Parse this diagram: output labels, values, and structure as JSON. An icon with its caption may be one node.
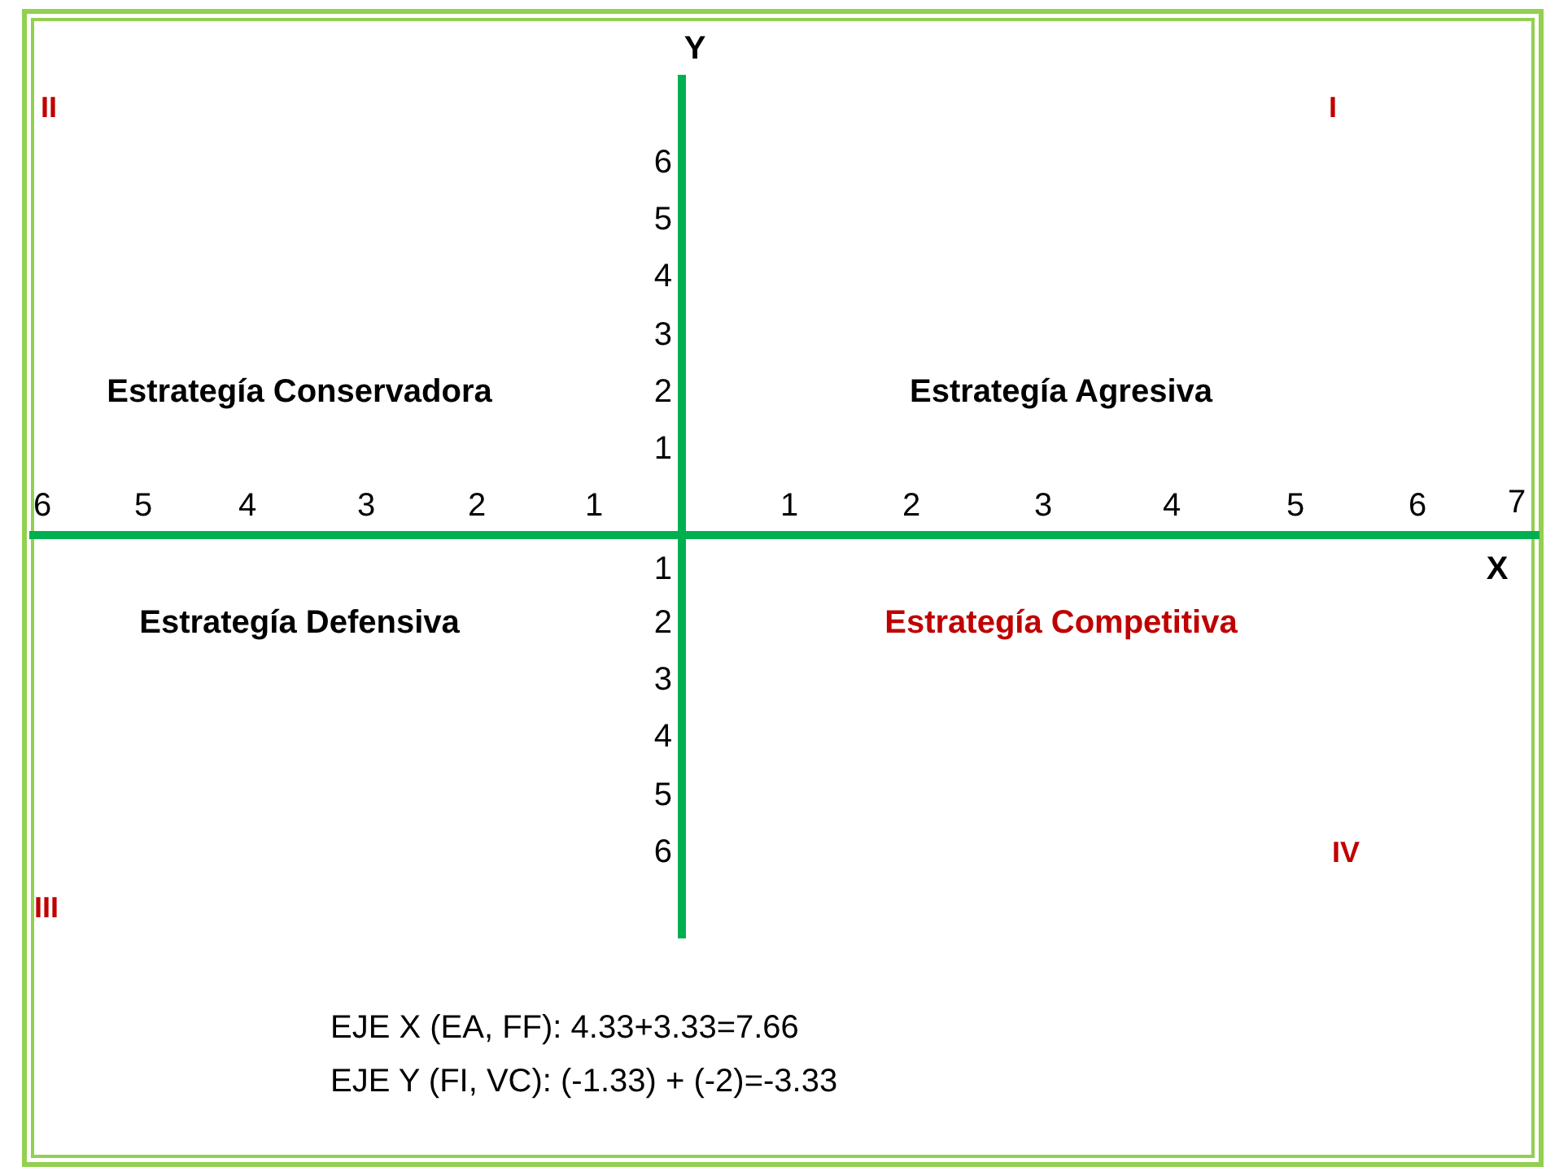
{
  "diagram": {
    "labels": [
      "Y",
      "II",
      "I",
      "6",
      "5",
      "4",
      "3",
      "Estrategía Conservadora",
      "2",
      "Estrategía Agresiva",
      "1",
      "6",
      "5",
      "4",
      "3",
      "2",
      "1",
      "1",
      "2",
      "3",
      "4",
      "5",
      "6",
      "7",
      "1",
      "X",
      "Estrategía Defensiva",
      "2",
      "Estrategía Competitiva",
      "3",
      "4",
      "5",
      "6",
      "IV",
      "III",
      "EJE X (EA, FF): 4.33+3.33=7.66",
      "EJE Y (FI, VC): (-1.33) + (-2)=-3.33"
    ]
  }
}
